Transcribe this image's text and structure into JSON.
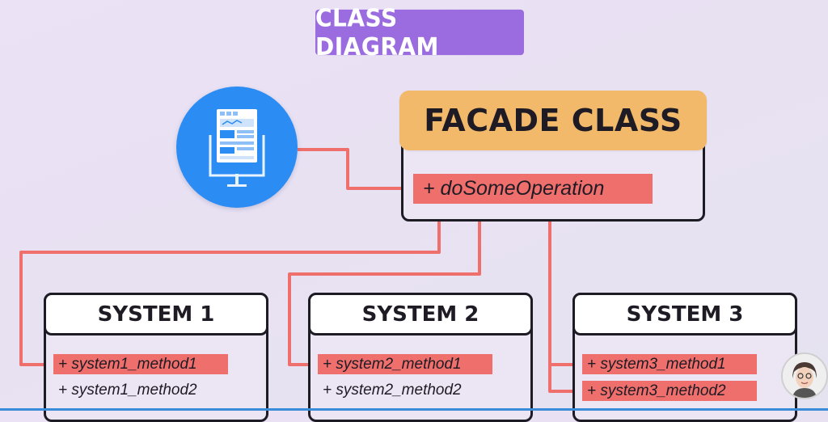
{
  "title": "CLASS DIAGRAM",
  "facade": {
    "name": "FACADE CLASS",
    "method": "+ doSomeOperation"
  },
  "systems": [
    {
      "name": "SYSTEM 1",
      "methods": [
        "+ system1_method1",
        "+ system1_method2"
      ]
    },
    {
      "name": "SYSTEM 2",
      "methods": [
        "+ system2_method1",
        "+ system2_method2"
      ]
    },
    {
      "name": "SYSTEM 3",
      "methods": [
        "+ system3_method1",
        "+ system3_method2"
      ]
    }
  ],
  "colors": {
    "title_bg": "#9a6ce0",
    "facade_header": "#f2b96a",
    "highlight": "#ee6f6c",
    "connector": "#ee6f6c",
    "client_circle": "#2b8cf3",
    "border": "#1d1b24"
  },
  "icons": {
    "client": "computer-monitor-icon",
    "presenter": "presenter-avatar"
  }
}
